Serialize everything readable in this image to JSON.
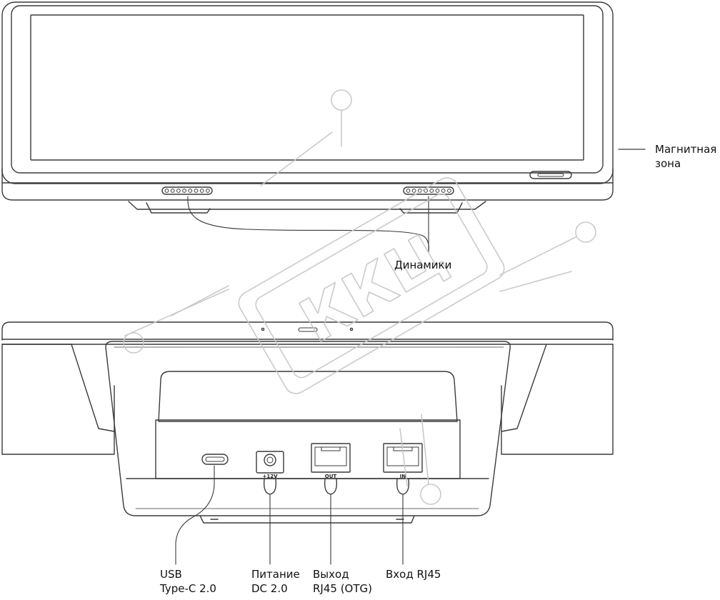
{
  "labels": {
    "magnetic_zone": "Магнитная\nзона",
    "speakers": "Динамики",
    "usb": "USB\nType-C 2.0",
    "power": "Питание\nDC 2.0",
    "output": "Выход\nRJ45 (OTG)",
    "input": "Вход RJ45"
  },
  "port_marks": {
    "power": "+12V",
    "output": "OUT",
    "input": "IN"
  },
  "watermark": "ККЦ",
  "colors": {
    "line": "#3a3a3a",
    "watermark": "#c8c8c8"
  }
}
